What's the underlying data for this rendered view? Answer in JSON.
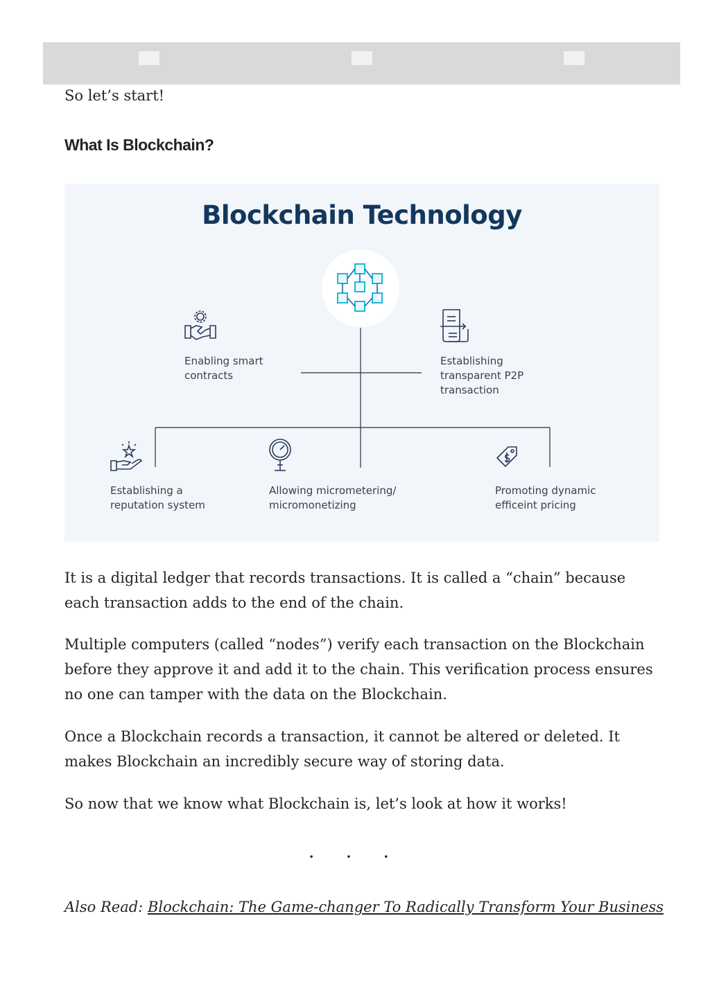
{
  "intro": {
    "lead": "So let’s start!",
    "heading": "What Is Blockchain?"
  },
  "figure": {
    "title": "Blockchain Technology",
    "items": [
      {
        "label": "Enabling smart\ncontracts",
        "icon": "handshake-gear-icon"
      },
      {
        "label": "Establishing\ntransparent P2P\ntransaction",
        "icon": "document-exchange-icon"
      },
      {
        "label": "Establishing a\nreputation system",
        "icon": "hand-star-icon"
      },
      {
        "label": "Allowing micrometering/\nmicromonetizing",
        "icon": "gauge-icon"
      },
      {
        "label": "Promoting dynamic\nefficeint pricing",
        "icon": "price-tag-icon"
      }
    ],
    "hub_icon": "blockchain-cubes-icon",
    "colors": {
      "title": "#13375d",
      "accent": "#1fb6d9",
      "line": "#2a2f3a",
      "background": "#f2f6fa"
    }
  },
  "body": {
    "paragraphs": [
      "It is a digital ledger that records transactions. It is called a “chain” because each transaction adds to the end of the chain.",
      "Multiple computers (called “nodes”) verify each transaction on the Blockchain before they approve it and add it to the chain. This verification process ensures no one can tamper with the data on the Blockchain.",
      "Once a Blockchain records a transaction, it cannot be altered or deleted. It makes Blockchain an incredibly secure way of storing data.",
      "So now that we know what Blockchain is, let’s look at how it works!"
    ],
    "separator": "· · ·"
  },
  "also_read": {
    "prefix": "Also Read: ",
    "link": "Blockchain: The Game-changer To Radically Transform Your Business"
  }
}
